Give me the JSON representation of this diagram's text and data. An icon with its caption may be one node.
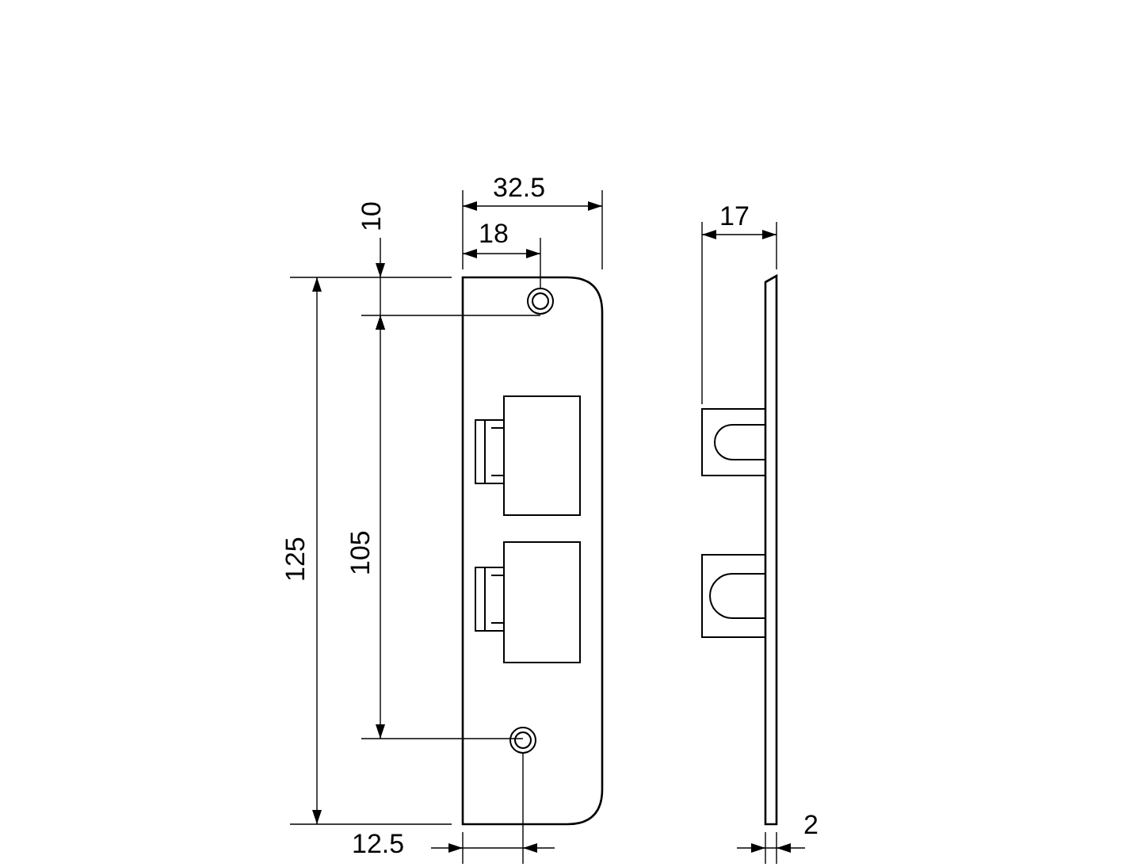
{
  "diagram": {
    "labels": [
      "10",
      "32.5",
      "18",
      "17",
      "125",
      "105",
      "12.5",
      "2"
    ]
  }
}
